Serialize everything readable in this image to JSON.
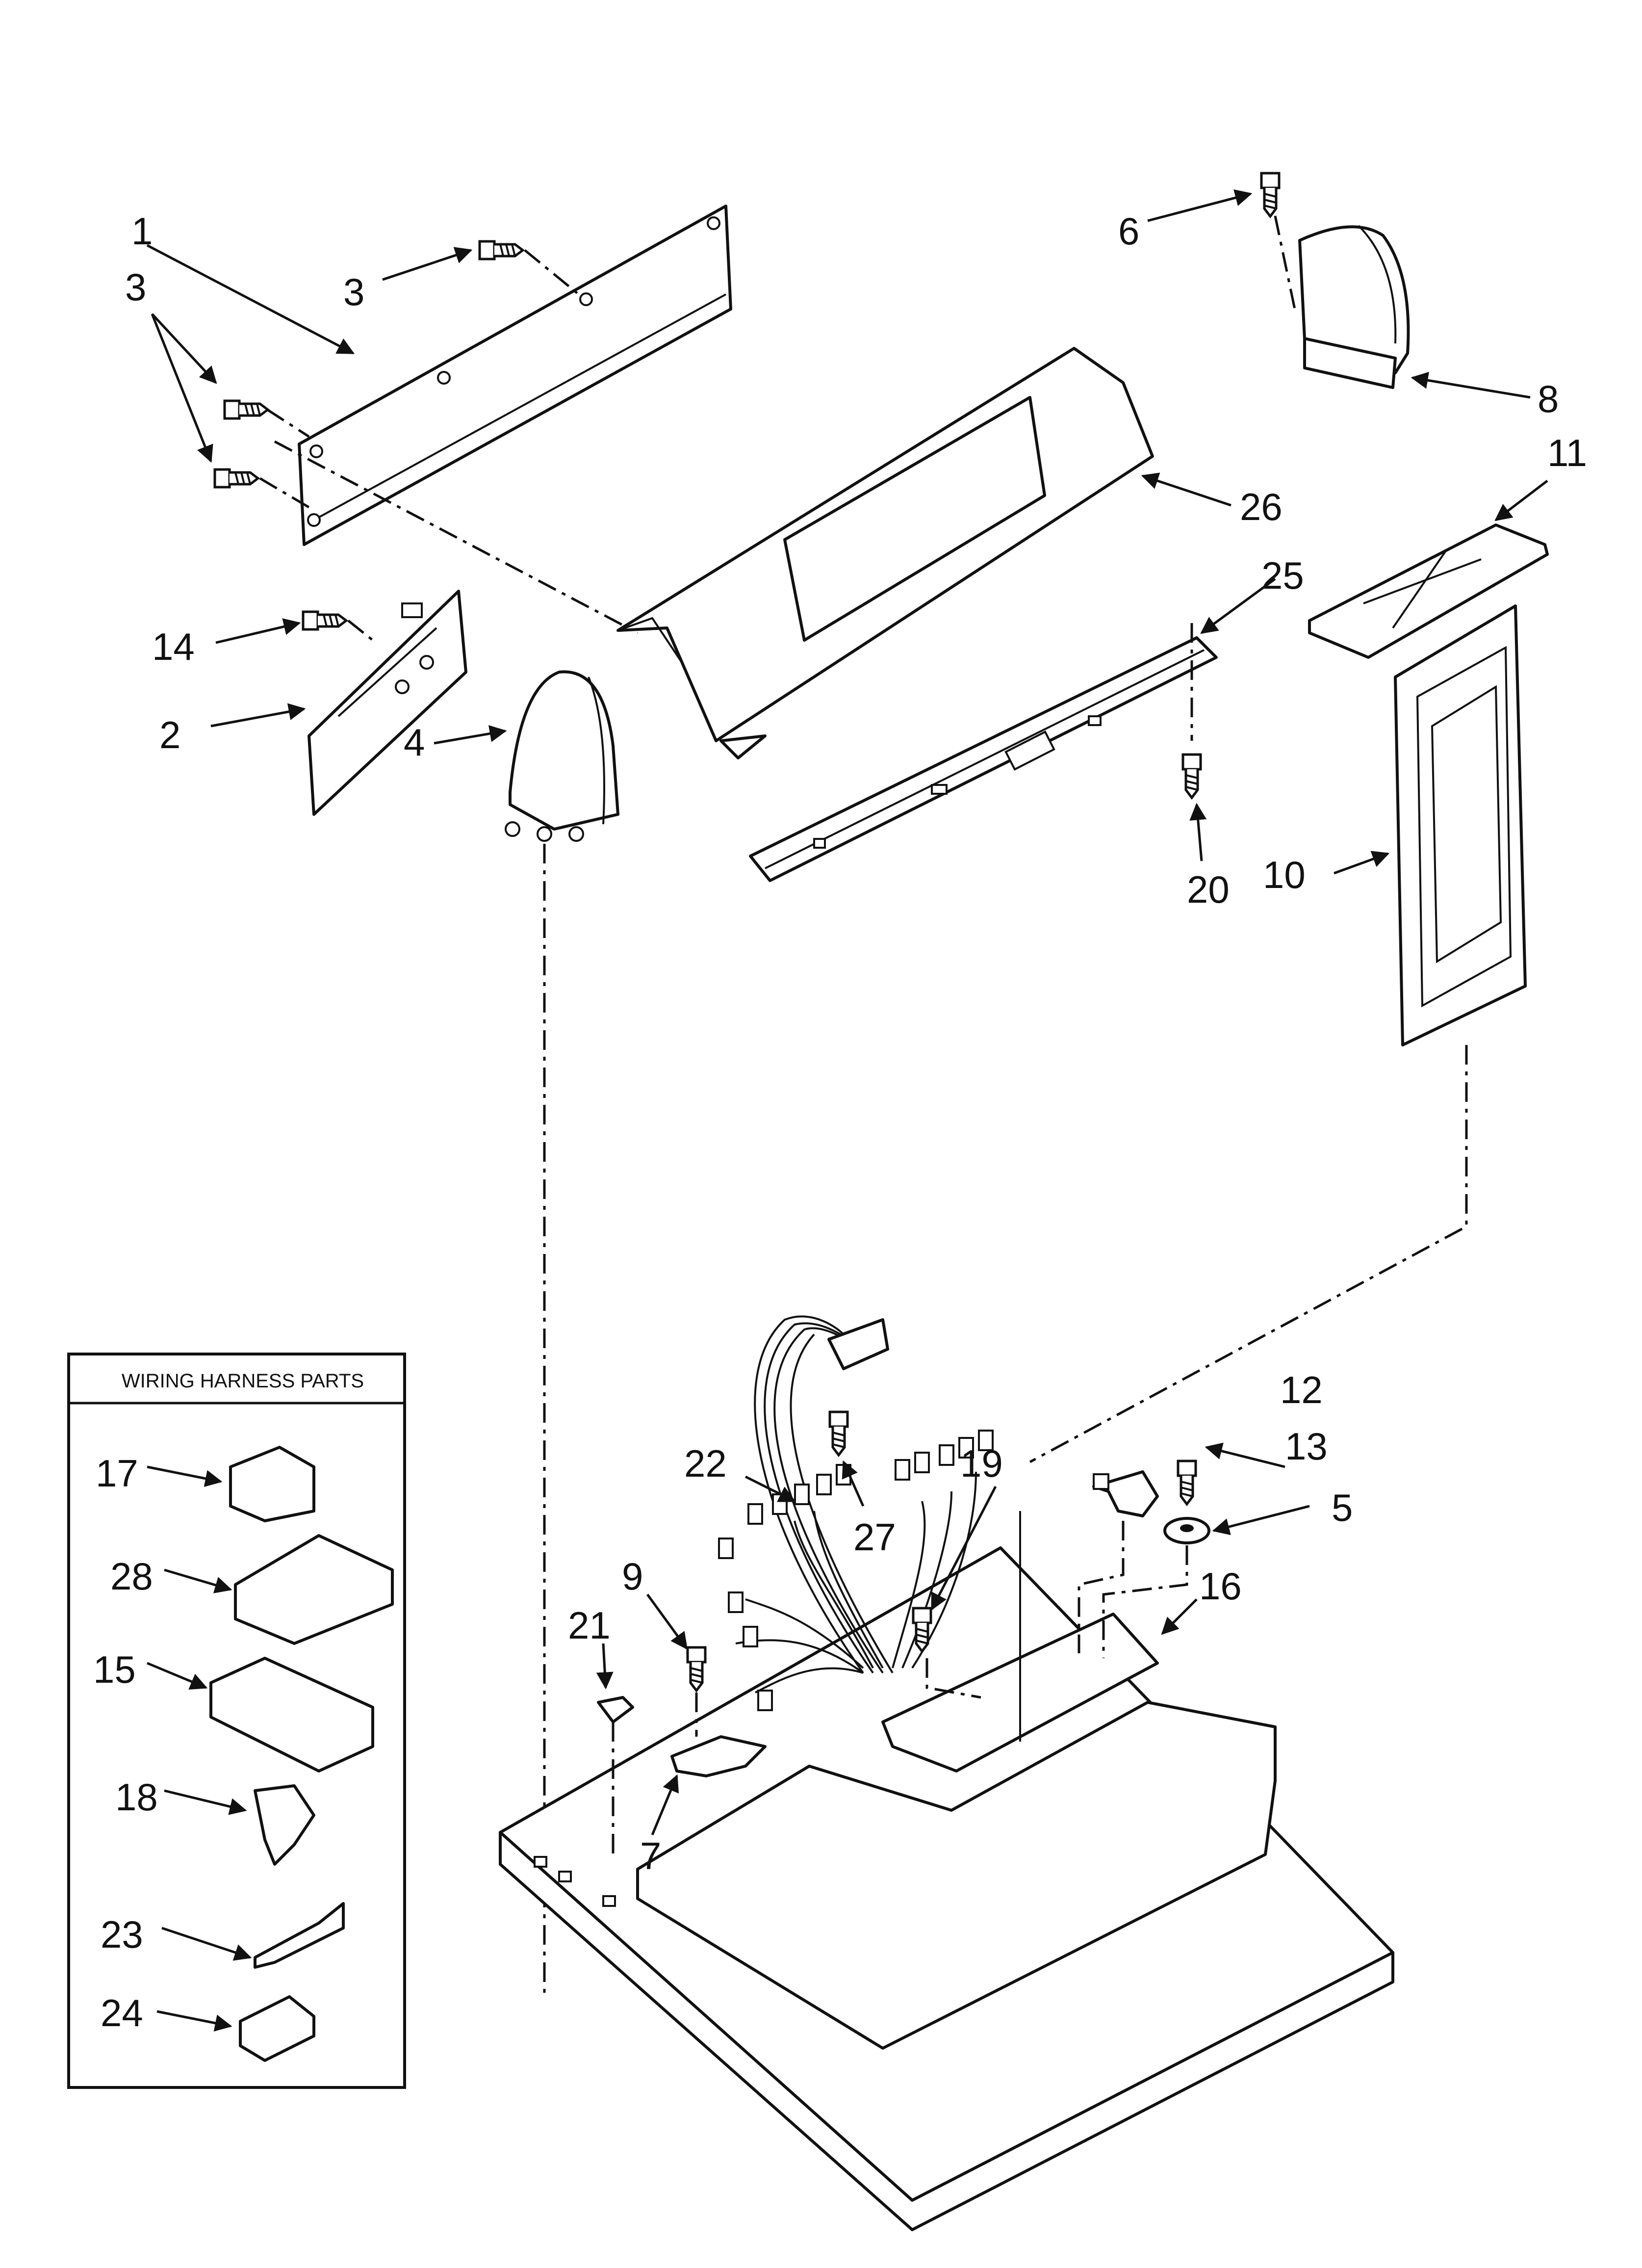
{
  "wiring_harness_box": {
    "title": "WIRING HARNESS PARTS"
  },
  "callouts": {
    "c1": "1",
    "c2": "2",
    "c3a": "3",
    "c3b": "3",
    "c4": "4",
    "c5": "5",
    "c6": "6",
    "c7": "7",
    "c8": "8",
    "c9": "9",
    "c10": "10",
    "c11": "11",
    "c12": "12",
    "c13": "13",
    "c14": "14",
    "c15": "15",
    "c16": "16",
    "c17": "17",
    "c18": "18",
    "c19": "19",
    "c20": "20",
    "c21": "21",
    "c22": "22",
    "c23": "23",
    "c24": "24",
    "c25": "25",
    "c26": "26",
    "c27": "27",
    "c28": "28"
  }
}
